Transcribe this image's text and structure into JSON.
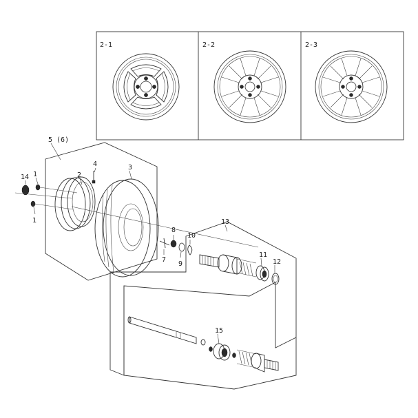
{
  "variants": [
    {
      "id": "2-1",
      "label": "2-1",
      "style": "4-spoke"
    },
    {
      "id": "2-2",
      "label": "2-2",
      "style": "8-spoke"
    },
    {
      "id": "2-3",
      "label": "2-3",
      "style": "8-spoke"
    }
  ],
  "callouts": {
    "assembly": "5 (6)",
    "hub_nut": "14",
    "bolt_top": "1",
    "bolt_bottom": "1",
    "rim": "2",
    "valve": "4",
    "tire": "3",
    "part7": "7",
    "part8": "8",
    "part9": "9",
    "part10": "10",
    "axle_assembly": "13",
    "part11": "11",
    "part12": "12",
    "part15": "15"
  },
  "colors": {
    "line": "#333333",
    "fill_dark": "#2b2b2b",
    "background": "#ffffff"
  }
}
